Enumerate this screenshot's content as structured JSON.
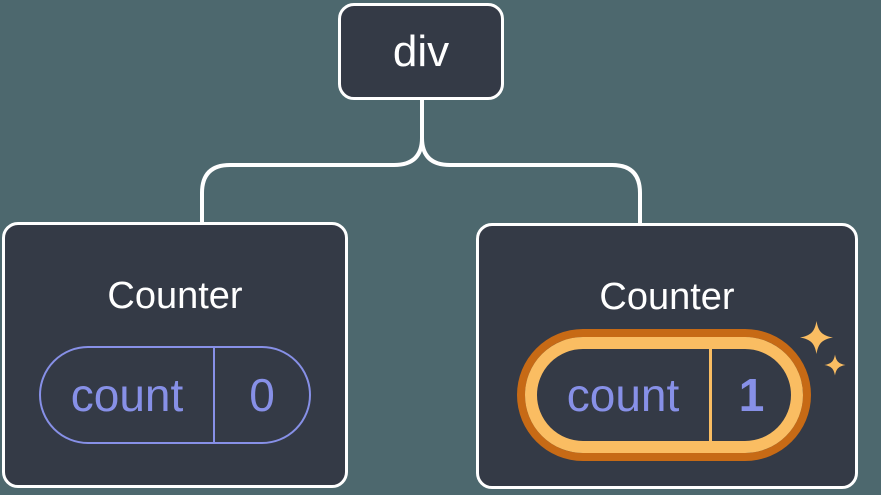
{
  "diagram": {
    "description": "React component tree: a div root with two Counter children; the second Counter's state pill is highlighted orange with sparkles",
    "colors": {
      "background": "#4D686E",
      "node_fill": "#343A46",
      "node_border": "#FFFFFF",
      "connector_line": "#FFFFFF",
      "title_text": "#FFFFFF",
      "accent_purple": "#8790E7",
      "highlight_orange_dark": "#C76A15",
      "highlight_orange_light": "#FABD62"
    },
    "root": {
      "label": "div"
    },
    "children": [
      {
        "title": "Counter",
        "state_key": "count",
        "state_value": "0",
        "highlighted": false
      },
      {
        "title": "Counter",
        "state_key": "count",
        "state_value": "1",
        "highlighted": true
      }
    ]
  }
}
